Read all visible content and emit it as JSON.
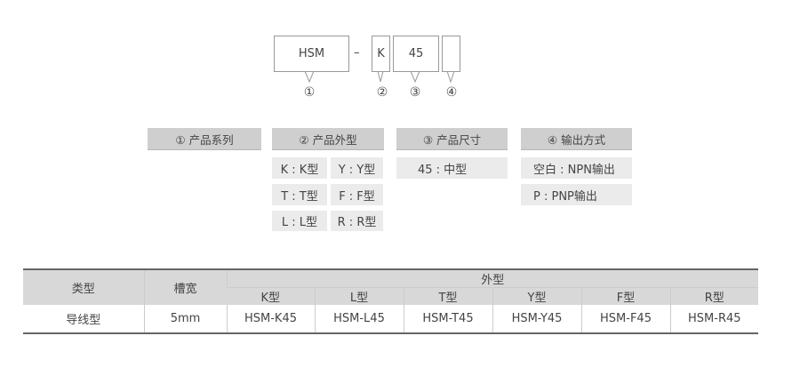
{
  "code": {
    "series": "HSM",
    "dash": "–",
    "shape": "K",
    "size": "45",
    "output": "",
    "markers": [
      "①",
      "②",
      "③",
      "④"
    ]
  },
  "legend": {
    "series": {
      "title": "① 产品系列"
    },
    "shape": {
      "title": "② 产品外型",
      "items": [
        "K : K型",
        "Y : Y型",
        "T : T型",
        "F : F型",
        "L : L型",
        "R : R型"
      ]
    },
    "size": {
      "title": "③ 产品尺寸",
      "items": [
        "45 : 中型"
      ]
    },
    "output": {
      "title": "④ 输出方式",
      "items": [
        "空白 : NPN输出",
        "P : PNP输出"
      ]
    }
  },
  "table": {
    "headers": {
      "type": "类型",
      "slot": "槽宽",
      "shape": "外型",
      "shapes": [
        "K型",
        "L型",
        "T型",
        "Y型",
        "F型",
        "R型"
      ]
    },
    "rows": [
      {
        "type": "导线型",
        "slot": "5mm",
        "models": [
          "HSM-K45",
          "HSM-L45",
          "HSM-T45",
          "HSM-Y45",
          "HSM-F45",
          "HSM-R45"
        ]
      }
    ]
  }
}
